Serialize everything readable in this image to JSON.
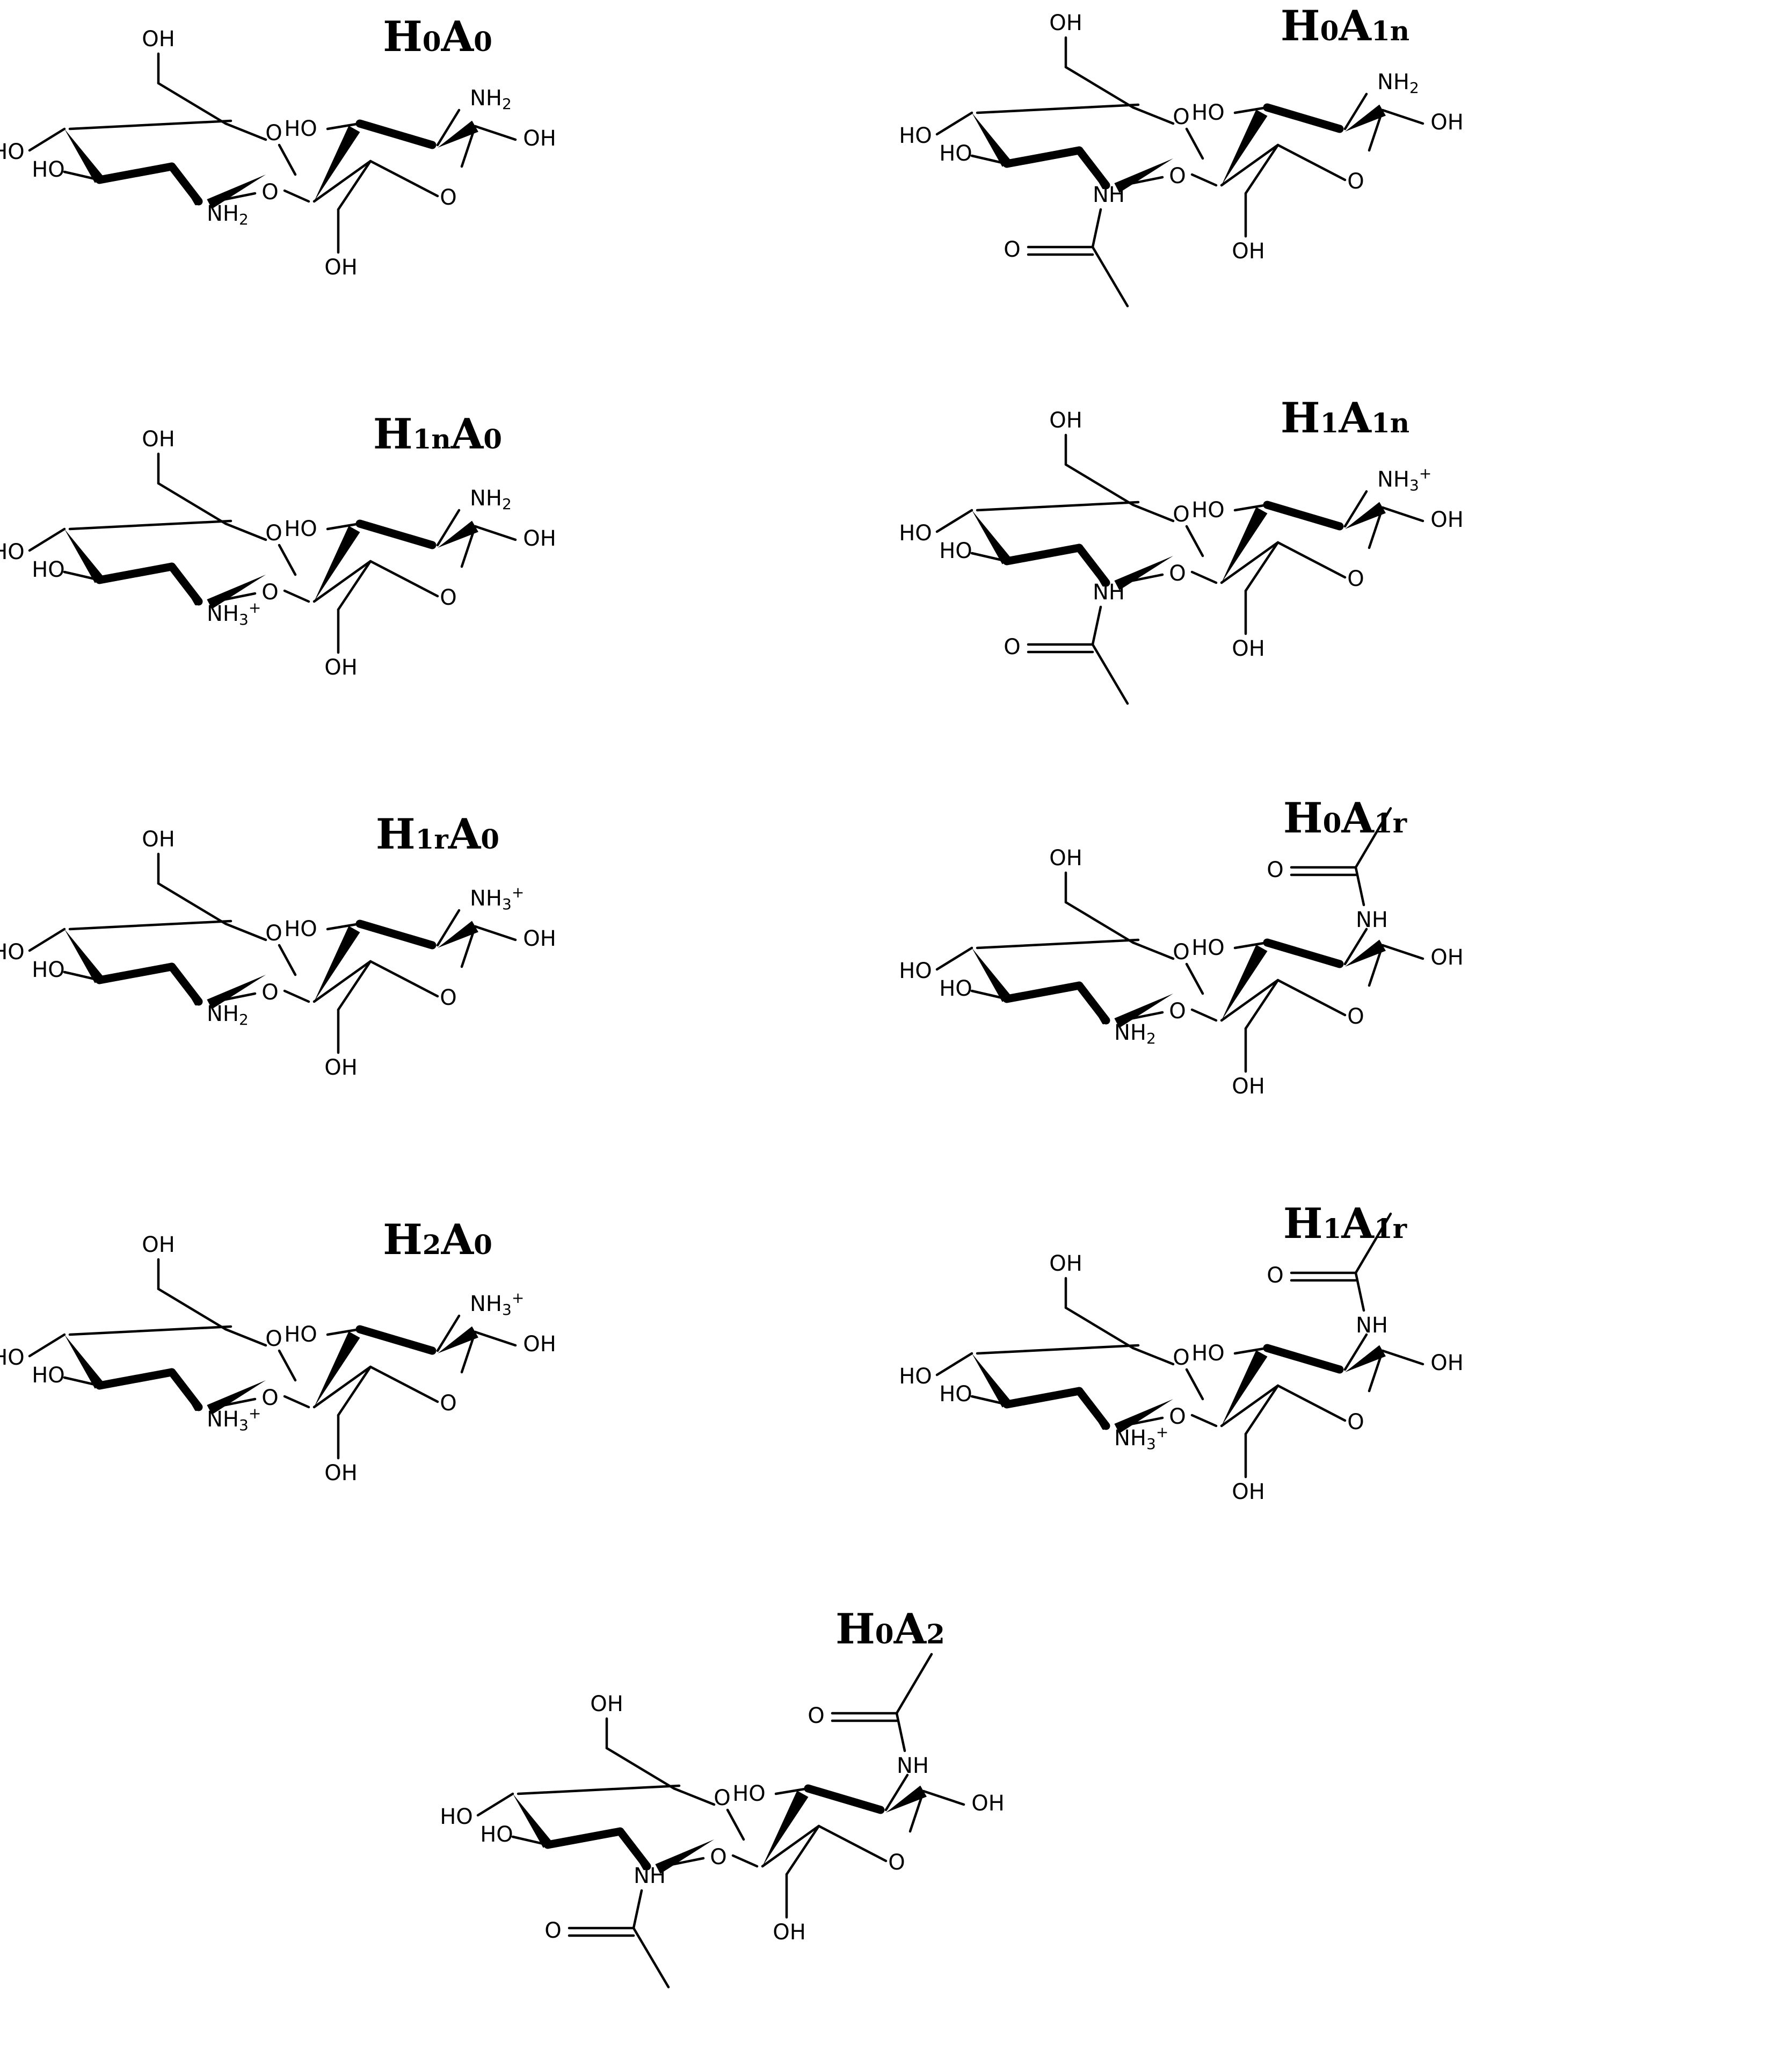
{
  "structures": [
    {
      "id": "H0A0",
      "title_main": [
        "H",
        "A"
      ],
      "title_sub": [
        "0",
        "0"
      ],
      "left_ring": {
        "c2_group": "NH2",
        "c2_charge": ""
      },
      "right_ring": {
        "c2_group": "NH2",
        "c2_charge": ""
      }
    },
    {
      "id": "H0A1n",
      "title_main": [
        "H",
        "A"
      ],
      "title_sub": [
        "0",
        "1n"
      ],
      "left_ring": {
        "c2_group": "NHAc",
        "c2_charge": ""
      },
      "right_ring": {
        "c2_group": "NH2",
        "c2_charge": ""
      }
    },
    {
      "id": "H1nA0",
      "title_main": [
        "H",
        "A"
      ],
      "title_sub": [
        "1n",
        "0"
      ],
      "left_ring": {
        "c2_group": "NH3",
        "c2_charge": "+"
      },
      "right_ring": {
        "c2_group": "NH2",
        "c2_charge": ""
      }
    },
    {
      "id": "H1A1n",
      "title_main": [
        "H",
        "A"
      ],
      "title_sub": [
        "1",
        "1n"
      ],
      "left_ring": {
        "c2_group": "NHAc",
        "c2_charge": ""
      },
      "right_ring": {
        "c2_group": "NH3",
        "c2_charge": "+"
      }
    },
    {
      "id": "H1rA0",
      "title_main": [
        "H",
        "A"
      ],
      "title_sub": [
        "1r",
        "0"
      ],
      "left_ring": {
        "c2_group": "NH2",
        "c2_charge": ""
      },
      "right_ring": {
        "c2_group": "NH3",
        "c2_charge": "+"
      }
    },
    {
      "id": "H0A1r",
      "title_main": [
        "H",
        "A"
      ],
      "title_sub": [
        "0",
        "1r"
      ],
      "left_ring": {
        "c2_group": "NH2",
        "c2_charge": ""
      },
      "right_ring": {
        "c2_group": "NHAc",
        "c2_charge": ""
      }
    },
    {
      "id": "H2A0",
      "title_main": [
        "H",
        "A"
      ],
      "title_sub": [
        "2",
        "0"
      ],
      "left_ring": {
        "c2_group": "NH3",
        "c2_charge": "+"
      },
      "right_ring": {
        "c2_group": "NH3",
        "c2_charge": "+"
      }
    },
    {
      "id": "H1A1r",
      "title_main": [
        "H",
        "A"
      ],
      "title_sub": [
        "1",
        "1r"
      ],
      "left_ring": {
        "c2_group": "NH3",
        "c2_charge": "+"
      },
      "right_ring": {
        "c2_group": "NHAc",
        "c2_charge": ""
      }
    },
    {
      "id": "H0A2",
      "title_main": [
        "H",
        "A"
      ],
      "title_sub": [
        "0",
        "2"
      ],
      "left_ring": {
        "c2_group": "NHAc",
        "c2_charge": ""
      },
      "right_ring": {
        "c2_group": "NHAc",
        "c2_charge": ""
      }
    }
  ],
  "atom_labels": {
    "hydroxyl_left": "HO",
    "hydroxyl_right": "OH",
    "ring_oxygen": "O",
    "bridge_oxygen": "O",
    "amine": "NH",
    "amine_sub": "2",
    "ammonium": "NH",
    "ammonium_sub": "3",
    "amide_nh": "NH",
    "carbonyl_oxygen": "O"
  }
}
